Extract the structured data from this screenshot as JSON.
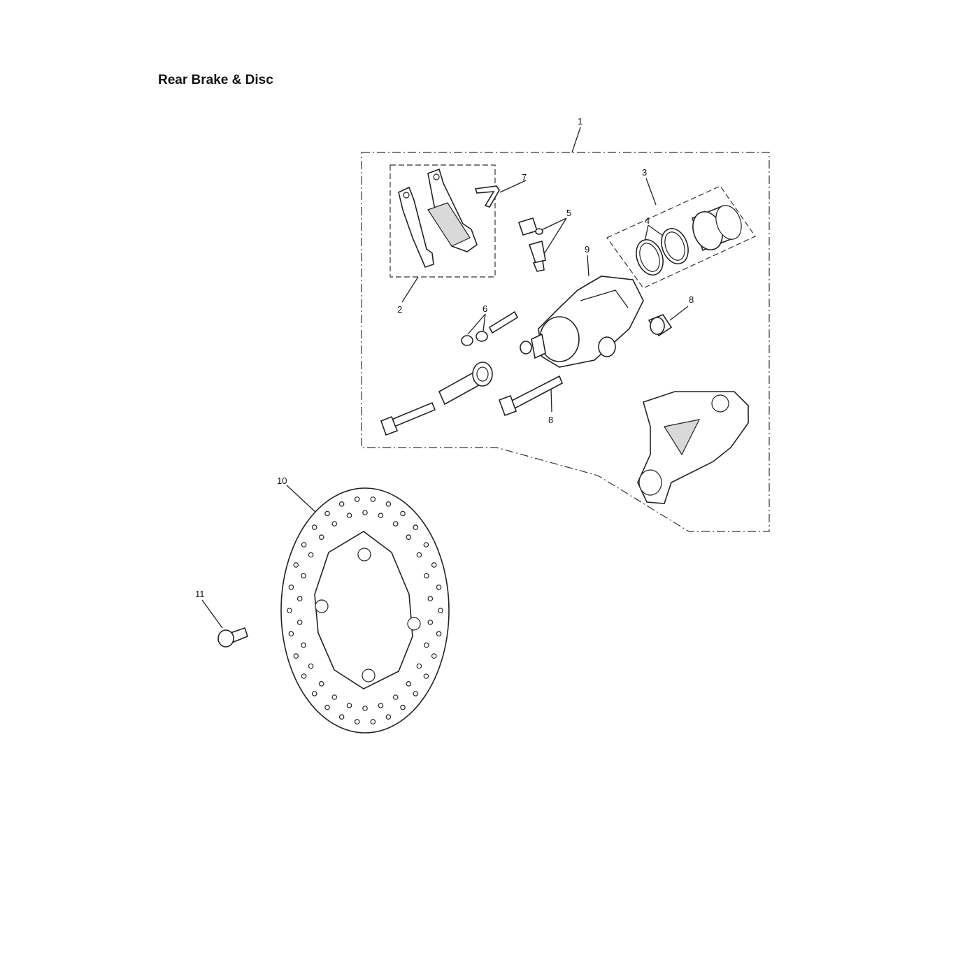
{
  "title": "Rear Brake & Disc",
  "callouts": {
    "c1": "1",
    "c2": "2",
    "c3": "3",
    "c4": "4",
    "c5": "5",
    "c6": "6",
    "c7": "7",
    "c8a": "8",
    "c8b": "8",
    "c9": "9",
    "c10": "10",
    "c11": "11"
  }
}
